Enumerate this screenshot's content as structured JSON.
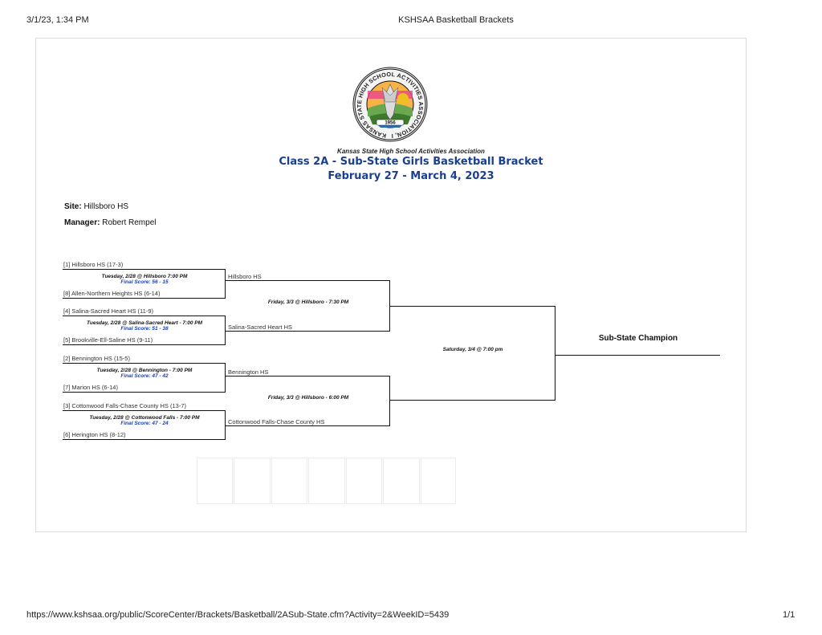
{
  "header": {
    "datetime": "3/1/23, 1:34 PM",
    "page_title": "KSHSAA Basketball Brackets"
  },
  "footer": {
    "url": "https://www.kshsaa.org/public/ScoreCenter/Brackets/Basketball/2ASub-State.cfm?Activity=2&WeekID=5439",
    "page_num": "1/1"
  },
  "logo": {
    "ring_text": "KANSAS STATE HIGH SCHOOL ACTIVITIES ASSOCIATION, INC.",
    "year": "1956"
  },
  "bracket": {
    "association": "Kansas State High School Activities Association",
    "title": "Class 2A - Sub-State Girls Basketball Bracket",
    "dates": "February 27 - March 4, 2023",
    "site_label": "Site:",
    "site": "Hillsboro HS",
    "manager_label": "Manager:",
    "manager": "Robert Rempel",
    "first_round": [
      {
        "top": "[1] Hillsboro HS   (17-3)",
        "game": "Tuesday, 2/28 @ Hillsboro 7:00 PM",
        "score": "Final Score: 56 - 15",
        "bottom": "[8] Allen-Northern Heights HS  (6-14)",
        "winner": "Hillsboro HS"
      },
      {
        "top": "[4] Salina-Sacred Heart HS   (11-9)",
        "game": "Tuesday, 2/28 @ Salina-Sacred Heart - 7:00 PM",
        "score": "Final Score: 51 - 38",
        "bottom": "[5] Brookville-Ell-Saline HS  (9-11)",
        "winner": "Salina-Sacred Heart HS"
      },
      {
        "top": "[2] Bennington HS   (15-5)",
        "game": "Tuesday, 2/28 @ Bennington - 7:00 PM",
        "score": "Final Score: 47 - 42",
        "bottom": "[7] Marion HS  (6-14)",
        "winner": "Bennington HS"
      },
      {
        "top": "[3] Cottonwood Falls-Chase County HS   (13-7)",
        "game": "Tuesday, 2/28 @ Cottonwood Falls - 7:00 PM",
        "score": "Final Score: 47 - 24",
        "bottom": "[6] Herington HS  (8-12)",
        "winner": "Cottonwood Falls-Chase County HS"
      }
    ],
    "semifinals": [
      {
        "game": "Friday, 3/3 @ Hillsboro - 7:30 PM"
      },
      {
        "game": "Friday, 3/3 @ Hillsboro - 6:00 PM"
      }
    ],
    "final": {
      "game": "Saturday, 3/4 @ 7:00 pm"
    },
    "champion_label": "Sub-State Champion"
  },
  "colors": {
    "title": "#1a3f8f",
    "score": "#1a3fb0"
  }
}
